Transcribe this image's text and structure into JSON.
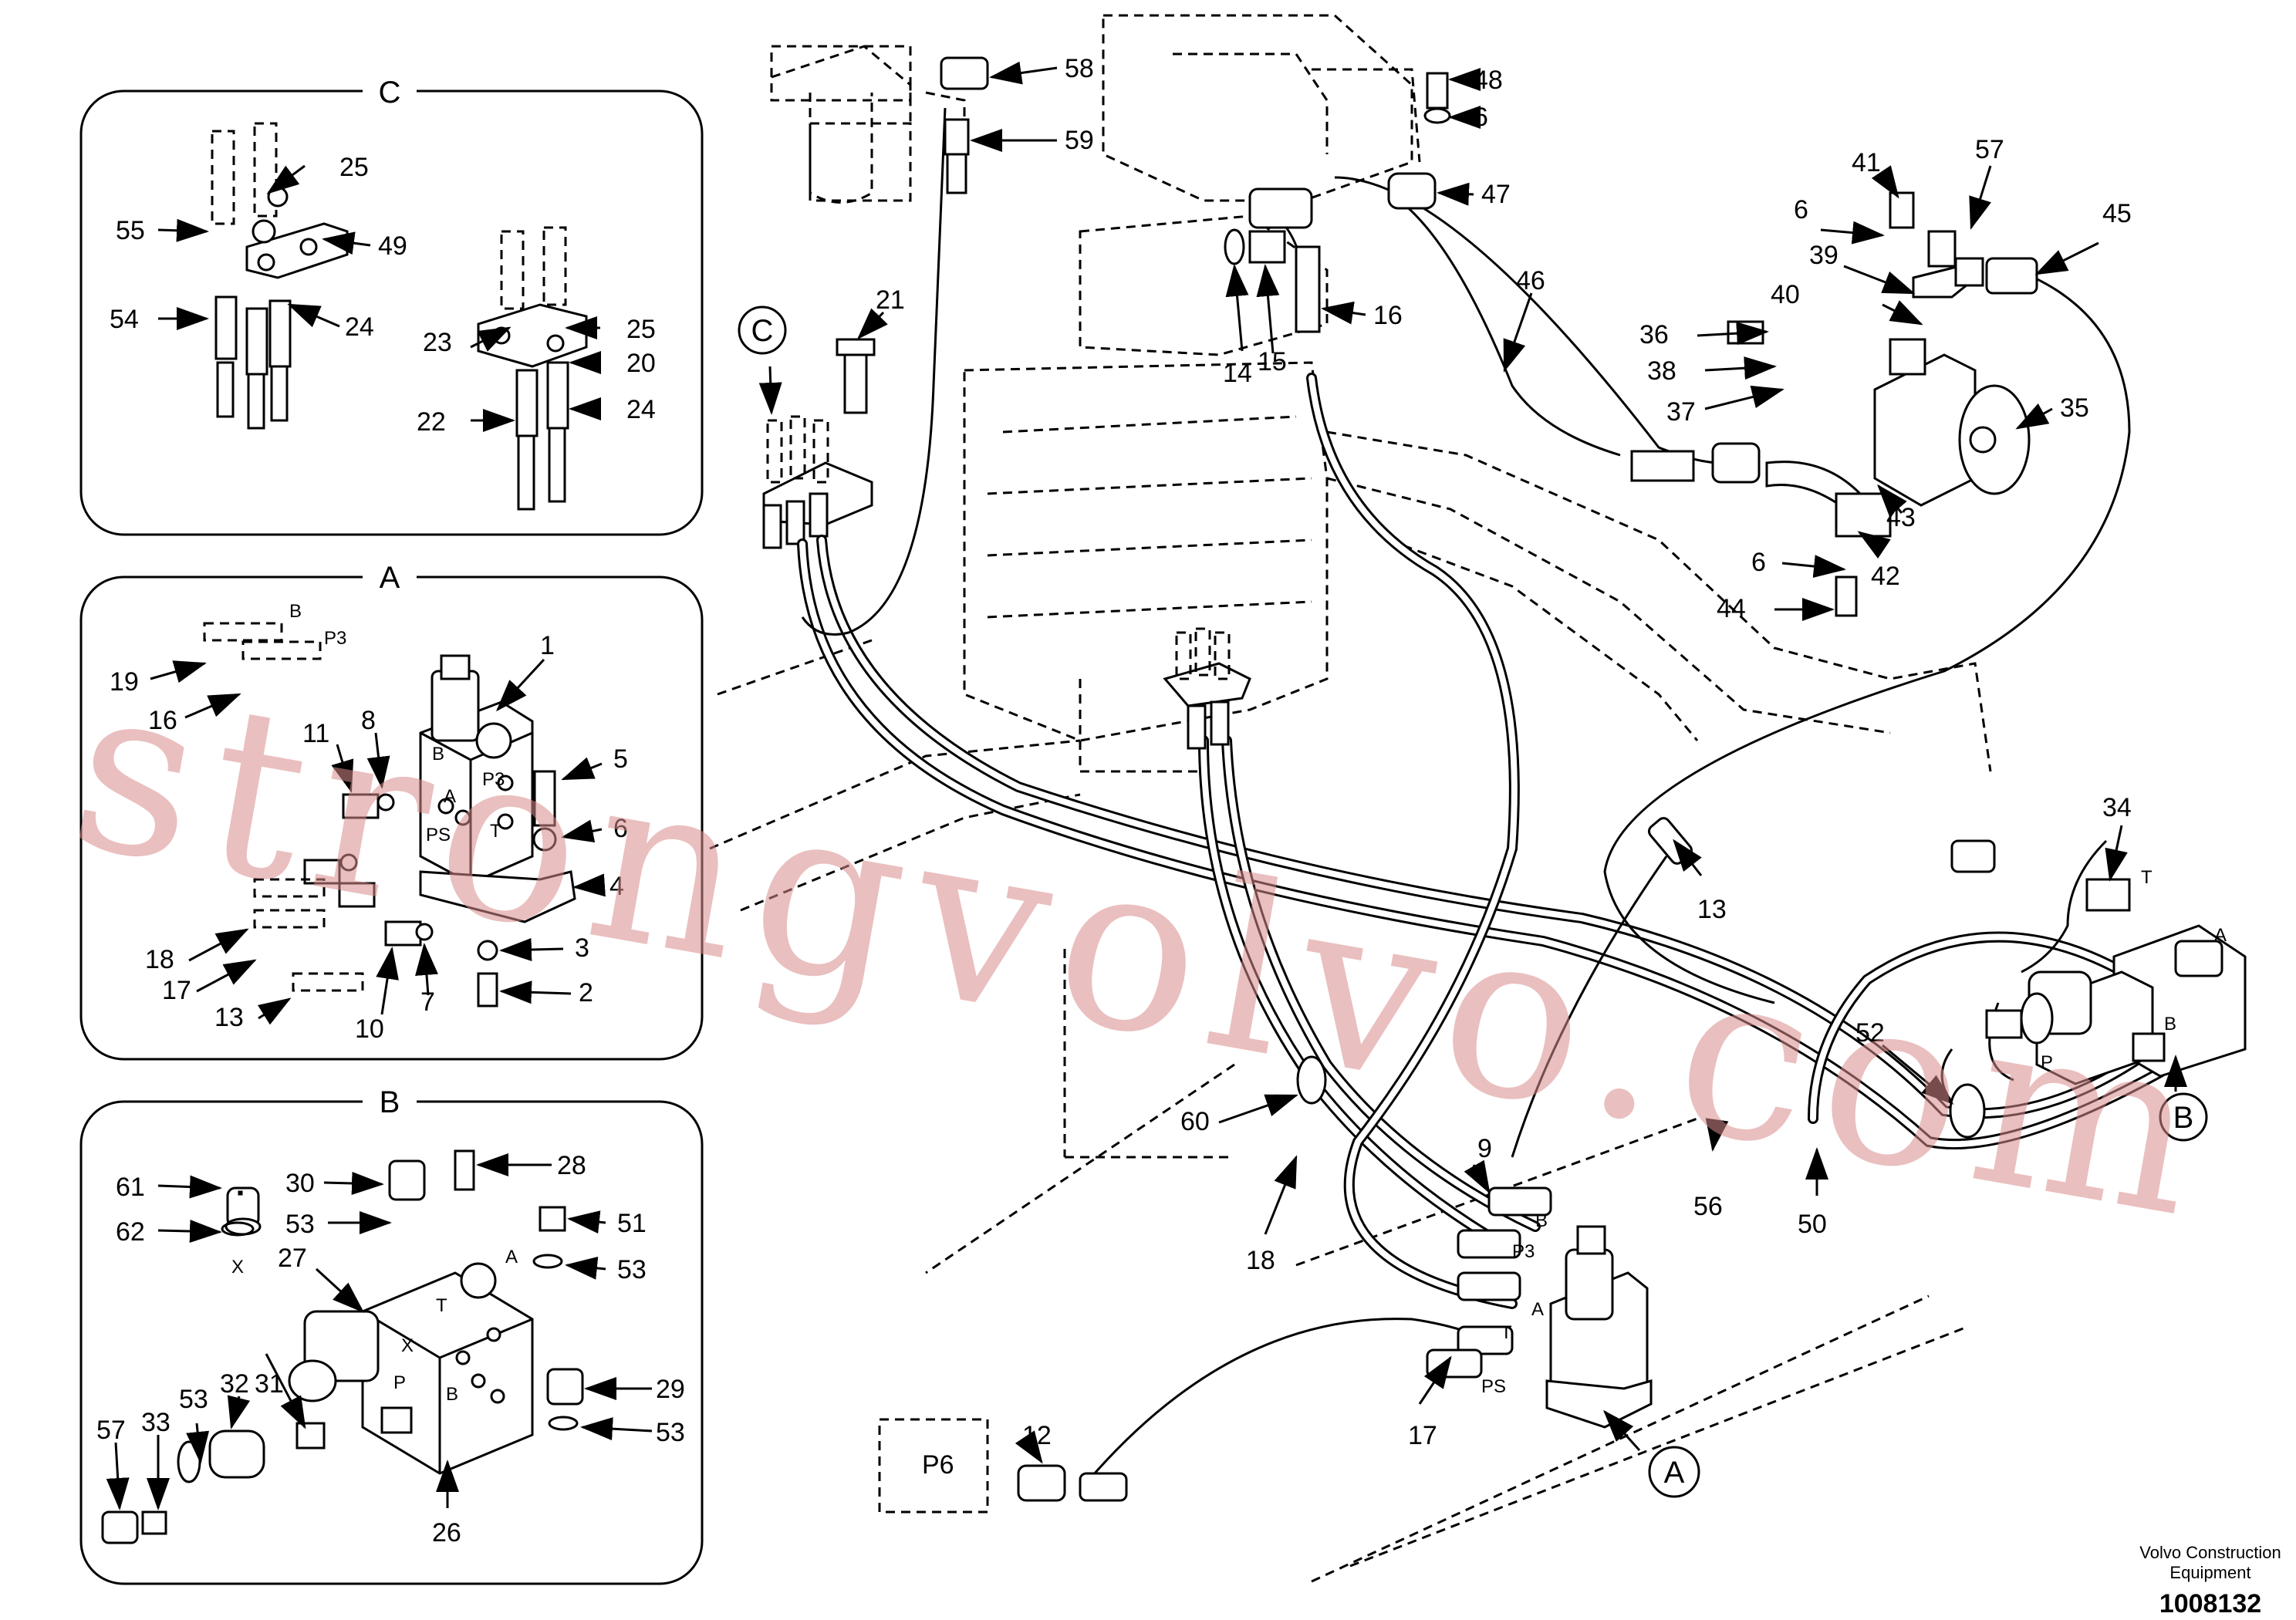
{
  "watermark": "strongvolvo.com",
  "footer": {
    "company_line1": "Volvo Construction",
    "company_line2": "Equipment",
    "drawing_number": "1008132"
  },
  "panels": {
    "c": {
      "title": "C"
    },
    "a": {
      "title": "A"
    },
    "b": {
      "title": "B"
    }
  },
  "callouts": {
    "c": {
      "title": "C"
    },
    "a": {
      "title": "A"
    },
    "b": {
      "title": "B"
    }
  },
  "labels": {
    "n1": "1",
    "n2": "2",
    "n3": "3",
    "n4": "4",
    "n5": "5",
    "n6": "6",
    "n7": "7",
    "n8": "8",
    "n9": "9",
    "n10": "10",
    "n11": "11",
    "n12": "12",
    "n13": "13",
    "n14": "14",
    "n15": "15",
    "n16": "16",
    "n17": "17",
    "n18": "18",
    "n19": "19",
    "n20": "20",
    "n21": "21",
    "n22": "22",
    "n23": "23",
    "n24": "24",
    "n25": "25",
    "n26": "26",
    "n27": "27",
    "n28": "28",
    "n29": "29",
    "n30": "30",
    "n31": "31",
    "n32": "32",
    "n33": "33",
    "n34": "34",
    "n35": "35",
    "n36": "36",
    "n37": "37",
    "n38": "38",
    "n39": "39",
    "n40": "40",
    "n41": "41",
    "n42": "42",
    "n43": "43",
    "n44": "44",
    "n45": "45",
    "n46": "46",
    "n47": "47",
    "n48": "48",
    "n49": "49",
    "n50": "50",
    "n51": "51",
    "n52": "52",
    "n53": "53",
    "n54": "54",
    "n55": "55",
    "n56": "56",
    "n57": "57",
    "n58": "58",
    "n59": "59",
    "n60": "60",
    "n61": "61",
    "n62": "62"
  },
  "ports": {
    "b": "B",
    "p3": "P3",
    "a": "A",
    "ps": "PS",
    "t": "T",
    "p": "P",
    "x": "X",
    "p6": "P6"
  }
}
